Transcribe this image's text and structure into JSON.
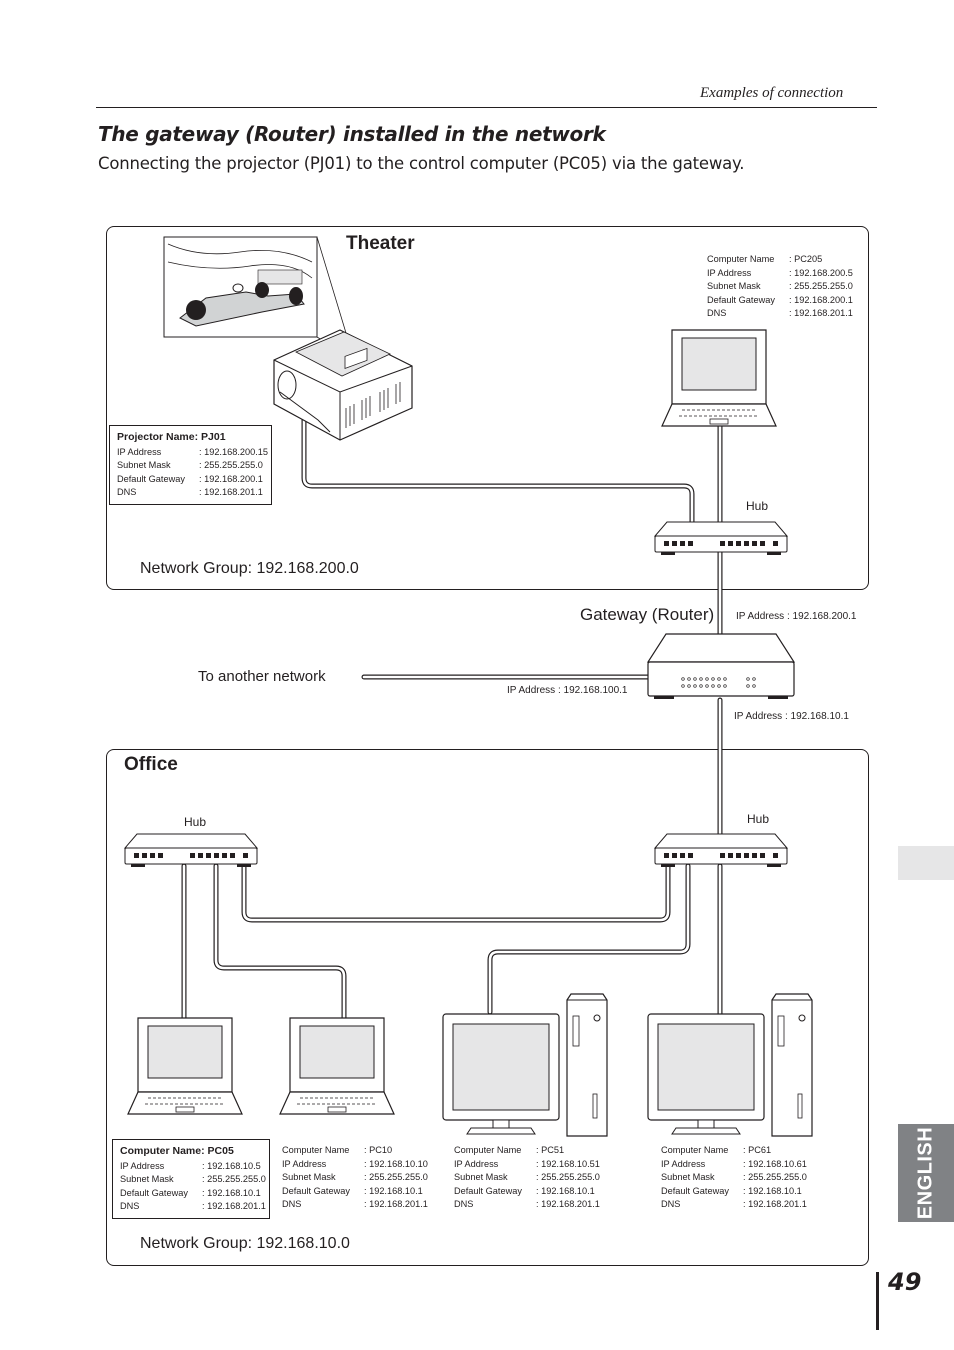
{
  "header": {
    "section": "Examples of connection"
  },
  "title": "The gateway (Router) installed in the network",
  "subtitle": "Connecting the projector (PJ01) to the control computer (PC05) via the gateway.",
  "theater": {
    "label": "Theater",
    "network_group": "Network Group: 192.168.200.0",
    "hub_label": "Hub",
    "projector": {
      "name": "Projector Name: PJ01",
      "rows": [
        {
          "k": "IP Address",
          "v": ": 192.168.200.15"
        },
        {
          "k": "Subnet Mask",
          "v": ": 255.255.255.0"
        },
        {
          "k": "Default Gateway",
          "v": ": 192.168.200.1"
        },
        {
          "k": "DNS",
          "v": ": 192.168.201.1"
        }
      ]
    },
    "pc205": {
      "rows": [
        {
          "k": "Computer Name",
          "v": ": PC205"
        },
        {
          "k": "IP Address",
          "v": ": 192.168.200.5"
        },
        {
          "k": "Subnet Mask",
          "v": ": 255.255.255.0"
        },
        {
          "k": "Default Gateway",
          "v": ": 192.168.200.1"
        },
        {
          "k": "DNS",
          "v": ": 192.168.201.1"
        }
      ]
    }
  },
  "gateway": {
    "label": "Gateway (Router)",
    "ip_top": "IP Address : 192.168.200.1",
    "ip_left": "IP Address : 192.168.100.1",
    "ip_bottom": "IP Address : 192.168.10.1",
    "to_another": "To another network"
  },
  "office": {
    "label": "Office",
    "network_group": "Network Group: 192.168.10.0",
    "hub_left_label": "Hub",
    "hub_right_label": "Hub",
    "pc05": {
      "name": "Computer Name: PC05",
      "rows": [
        {
          "k": "IP Address",
          "v": ": 192.168.10.5"
        },
        {
          "k": "Subnet Mask",
          "v": ": 255.255.255.0"
        },
        {
          "k": "Default Gateway",
          "v": ": 192.168.10.1"
        },
        {
          "k": "DNS",
          "v": ": 192.168.201.1"
        }
      ]
    },
    "pc10": {
      "rows": [
        {
          "k": "Computer Name",
          "v": ": PC10"
        },
        {
          "k": "IP Address",
          "v": ": 192.168.10.10"
        },
        {
          "k": "Subnet Mask",
          "v": ": 255.255.255.0"
        },
        {
          "k": "Default Gateway",
          "v": ": 192.168.10.1"
        },
        {
          "k": "DNS",
          "v": ": 192.168.201.1"
        }
      ]
    },
    "pc51": {
      "rows": [
        {
          "k": "Computer Name",
          "v": ": PC51"
        },
        {
          "k": "IP Address",
          "v": ": 192.168.10.51"
        },
        {
          "k": "Subnet Mask",
          "v": ": 255.255.255.0"
        },
        {
          "k": "Default Gateway",
          "v": ": 192.168.10.1"
        },
        {
          "k": "DNS",
          "v": ": 192.168.201.1"
        }
      ]
    },
    "pc61": {
      "rows": [
        {
          "k": "Computer Name",
          "v": ": PC61"
        },
        {
          "k": "IP Address",
          "v": ": 192.168.10.61"
        },
        {
          "k": "Subnet Mask",
          "v": ": 255.255.255.0"
        },
        {
          "k": "Default Gateway",
          "v": ": 192.168.10.1"
        },
        {
          "k": "DNS",
          "v": ": 192.168.201.1"
        }
      ]
    }
  },
  "side_tab": "ENGLISH",
  "page_number": "49"
}
